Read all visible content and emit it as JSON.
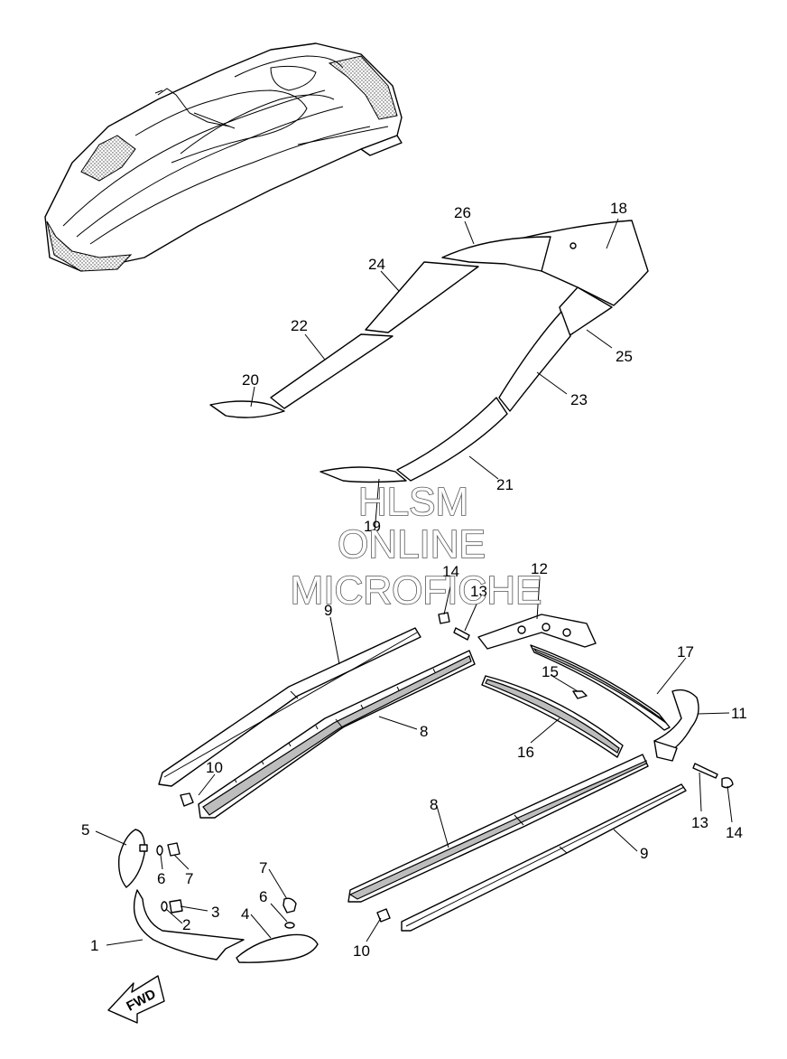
{
  "watermark": {
    "lines": [
      "HLSM",
      "ONLINE",
      "MICROFICHE"
    ]
  },
  "direction_label": "FWD",
  "callouts": [
    {
      "id": "c26",
      "label": "26"
    },
    {
      "id": "c18",
      "label": "18"
    },
    {
      "id": "c24",
      "label": "24"
    },
    {
      "id": "c22",
      "label": "22"
    },
    {
      "id": "c25",
      "label": "25"
    },
    {
      "id": "c20",
      "label": "20"
    },
    {
      "id": "c23",
      "label": "23"
    },
    {
      "id": "c21",
      "label": "21"
    },
    {
      "id": "c19",
      "label": "19"
    },
    {
      "id": "c14a",
      "label": "14"
    },
    {
      "id": "c12",
      "label": "12"
    },
    {
      "id": "c13a",
      "label": "13"
    },
    {
      "id": "c9a",
      "label": "9"
    },
    {
      "id": "c17",
      "label": "17"
    },
    {
      "id": "c15",
      "label": "15"
    },
    {
      "id": "c11",
      "label": "11"
    },
    {
      "id": "c8a",
      "label": "8"
    },
    {
      "id": "c16",
      "label": "16"
    },
    {
      "id": "c10a",
      "label": "10"
    },
    {
      "id": "c13b",
      "label": "13"
    },
    {
      "id": "c14b",
      "label": "14"
    },
    {
      "id": "c8b",
      "label": "8"
    },
    {
      "id": "c5",
      "label": "5"
    },
    {
      "id": "c9b",
      "label": "9"
    },
    {
      "id": "c6a",
      "label": "6"
    },
    {
      "id": "c7a",
      "label": "7"
    },
    {
      "id": "c7b",
      "label": "7"
    },
    {
      "id": "c6b",
      "label": "6"
    },
    {
      "id": "c3",
      "label": "3"
    },
    {
      "id": "c2",
      "label": "2"
    },
    {
      "id": "c4",
      "label": "4"
    },
    {
      "id": "c1",
      "label": "1"
    },
    {
      "id": "c10b",
      "label": "10"
    }
  ]
}
